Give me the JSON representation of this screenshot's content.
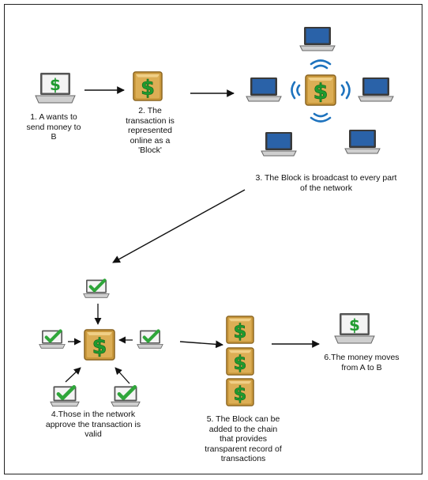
{
  "steps": {
    "step1": [
      "1. A wants to",
      "send money to",
      "B"
    ],
    "step2": [
      "2. The",
      "transaction is",
      "represented",
      "online as a",
      "'Block'"
    ],
    "step3": [
      "3. The Block is broadcast to every part",
      "of the network"
    ],
    "step4": [
      "4.Those in the network",
      "approve the transaction is",
      "valid"
    ],
    "step5": [
      "5. The Block can be",
      "added to the chain",
      "that provides",
      "transparent record of",
      "transactions"
    ],
    "step6": [
      "6.The money moves",
      "from A to B"
    ]
  },
  "icons": {
    "dollar_symbol": "$"
  },
  "colors": {
    "block_face": "#c9983c",
    "dollar_green": "#1f9b2f",
    "screen_blue": "#2a62a8",
    "check_green": "#2fa63a",
    "wifi_blue": "#1e73be"
  }
}
